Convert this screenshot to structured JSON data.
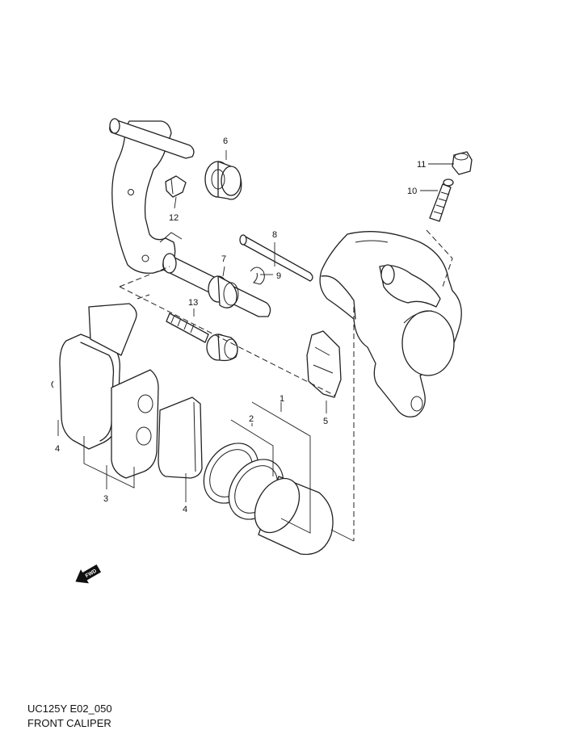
{
  "diagram": {
    "code": "UC125Y E02_050",
    "title": "FRONT CALIPER",
    "fwd_label": "FWD"
  },
  "callouts": {
    "c1": "1",
    "c2": "2",
    "c3": "3",
    "c4a": "4",
    "c4b": "4",
    "c5": "5",
    "c6": "6",
    "c7": "7",
    "c8": "8",
    "c9": "9",
    "c10": "10",
    "c11": "11",
    "c12": "12",
    "c13": "13"
  }
}
